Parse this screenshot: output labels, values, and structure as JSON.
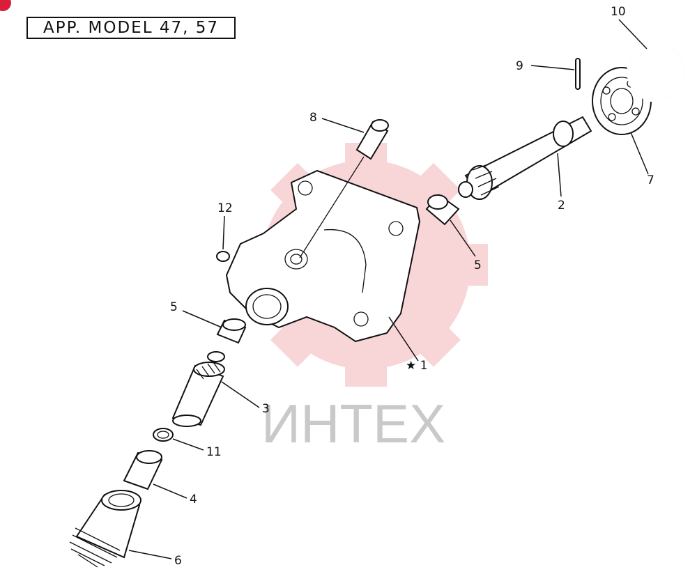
{
  "header": {
    "model_label": "APP. MODEL 47, 57"
  },
  "watermark": {
    "text": "ИНТЕХ",
    "color": "#f3b3b6"
  },
  "corner_mark_color": "#d81e3a",
  "callouts": {
    "c1": "★ 1",
    "c2": "2",
    "c3": "3",
    "c4": "4",
    "c5a": "5",
    "c5b": "5",
    "c6": "6",
    "c7": "7",
    "c8": "8",
    "c9": "9",
    "c10": "10",
    "c11": "11",
    "c12": "12"
  }
}
